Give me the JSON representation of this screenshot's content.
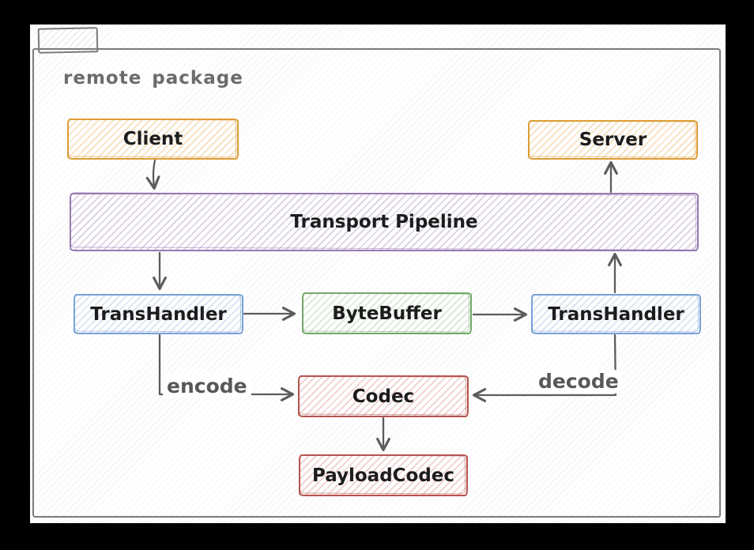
{
  "diagram": {
    "package_label": "remote package",
    "nodes": {
      "client": {
        "label": "Client",
        "color": "#dd9d35"
      },
      "server": {
        "label": "Server",
        "color": "#dd9d35"
      },
      "transport_pipeline": {
        "label": "Transport Pipeline",
        "color": "#9a78b2"
      },
      "trans_handler_left": {
        "label": "TransHandler",
        "color": "#79a2d6"
      },
      "byte_buffer": {
        "label": "ByteBuffer",
        "color": "#72a76a"
      },
      "trans_handler_right": {
        "label": "TransHandler",
        "color": "#79a2d6"
      },
      "codec": {
        "label": "Codec",
        "color": "#b6534f"
      },
      "payload_codec": {
        "label": "PayloadCodec",
        "color": "#b6534f"
      }
    },
    "edge_labels": {
      "encode": "encode",
      "decode": "decode"
    },
    "edges": [
      {
        "from": "Client",
        "to": "Transport Pipeline",
        "label": ""
      },
      {
        "from": "Transport Pipeline",
        "to": "TransHandler (left)",
        "label": ""
      },
      {
        "from": "TransHandler (left)",
        "to": "ByteBuffer",
        "label": ""
      },
      {
        "from": "ByteBuffer",
        "to": "TransHandler (right)",
        "label": ""
      },
      {
        "from": "TransHandler (right)",
        "to": "Transport Pipeline",
        "label": ""
      },
      {
        "from": "Transport Pipeline",
        "to": "Server",
        "label": ""
      },
      {
        "from": "TransHandler (left)",
        "to": "Codec",
        "label": "encode"
      },
      {
        "from": "TransHandler (right)",
        "to": "Codec",
        "label": "decode"
      },
      {
        "from": "Codec",
        "to": "PayloadCodec",
        "label": ""
      }
    ],
    "colors": {
      "background_frame": "#000000",
      "canvas": "#ffffff",
      "package_border": "#7b7b7b",
      "package_label_text": "#6c6c6c",
      "arrow": "#5c5c5c",
      "node_text": "#1c1c1c",
      "edge_label_text": "#585858"
    }
  }
}
